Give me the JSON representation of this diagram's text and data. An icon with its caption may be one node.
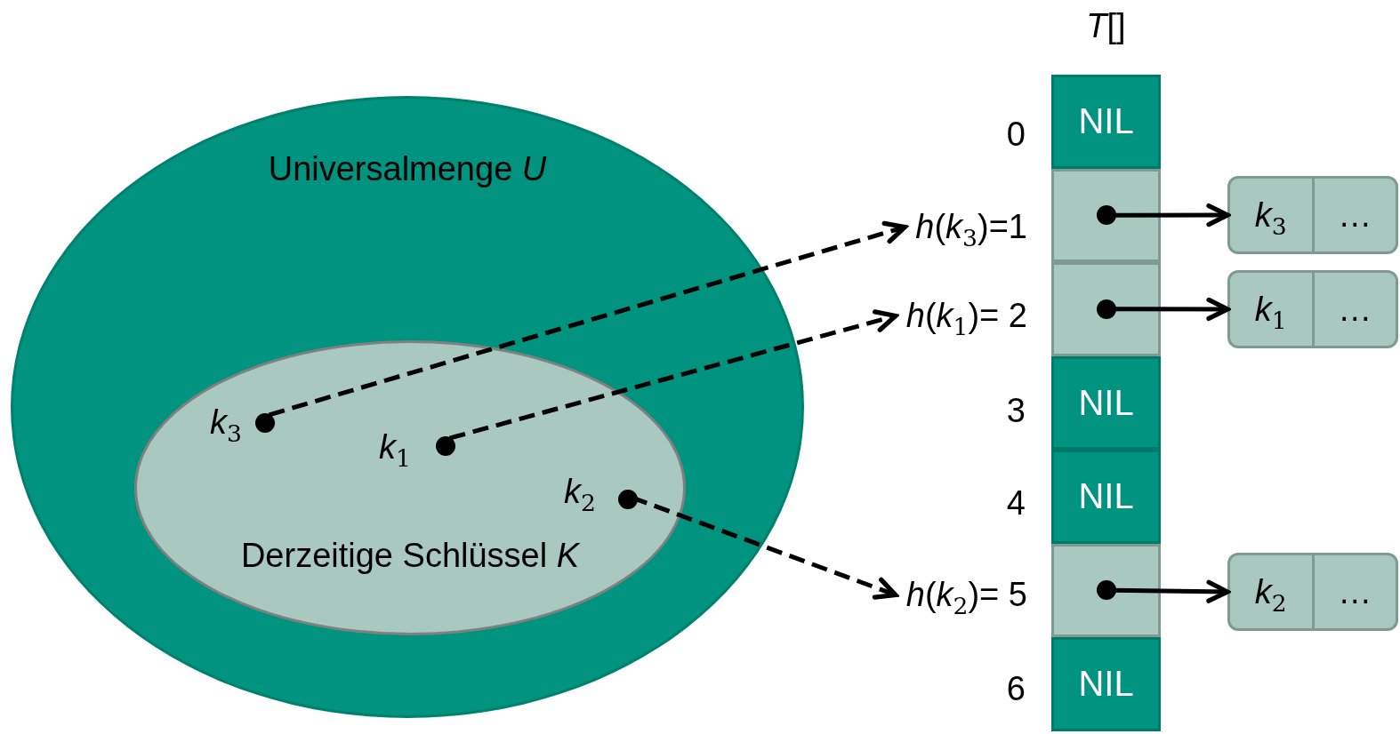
{
  "diagram": {
    "nodes": [
      {
        "text": [
          "Universalmenge *U*"
        ]
      },
      {
        "text": [
          "Derzeitige Schlüssel *K*"
        ],
        "in": 0
      },
      {
        "text": [],
        "shape": "circle",
        "beside": [
          "*k*$_{3}$"
        ],
        "in": 1
      },
      {
        "text": [],
        "shape": "circle",
        "beside": [
          "*k*$_{1}$"
        ],
        "in": 1
      },
      {
        "text": [],
        "shape": "circle",
        "beside": [
          "*k*$_{2}$"
        ],
        "in": 1
      },
      {
        "text": [
          "*h*(*k*$_{3}$)=1"
        ]
      },
      {
        "text": [
          "*h*(*k*$_{1}$)= 2"
        ]
      },
      {
        "text": [
          "*h*(*k*$_{2}$)= 5"
        ]
      },
      {
        "text": [
          "*T*[]"
        ]
      },
      {
        "text": [
          "NIL"
        ],
        "in": 8
      },
      {
        "text": [],
        "shape": "box",
        "in": 8
      },
      {
        "text": [],
        "shape": "box",
        "in": 8
      },
      {
        "text": [
          "NIL"
        ],
        "in": 8
      },
      {
        "text": [
          "NIL"
        ],
        "in": 8
      },
      {
        "text": [],
        "shape": "box",
        "in": 8
      },
      {
        "text": [
          "NIL"
        ],
        "in": 8
      },
      {
        "text": [
          "*k*$_{3}$",
          "…"
        ]
      },
      {
        "text": [
          "*k*$_{1}$",
          "…"
        ]
      },
      {
        "text": [
          "*k*$_{2}$",
          "…"
        ]
      }
    ],
    "edges": [
      {
        "from": 2,
        "to": 5,
        "arrow": "to",
        "style": "dashed"
      },
      {
        "from": 3,
        "to": 6,
        "arrow": "to",
        "style": "dashed"
      },
      {
        "from": 4,
        "to": 7,
        "arrow": "to",
        "style": "dashed"
      },
      {
        "from": 10,
        "to": 16,
        "arrow": "to"
      },
      {
        "from": 11,
        "to": 17,
        "arrow": "to"
      },
      {
        "from": 14,
        "to": 18,
        "arrow": "to"
      }
    ],
    "labels": [
      "0",
      "3",
      "4",
      "6"
    ]
  }
}
